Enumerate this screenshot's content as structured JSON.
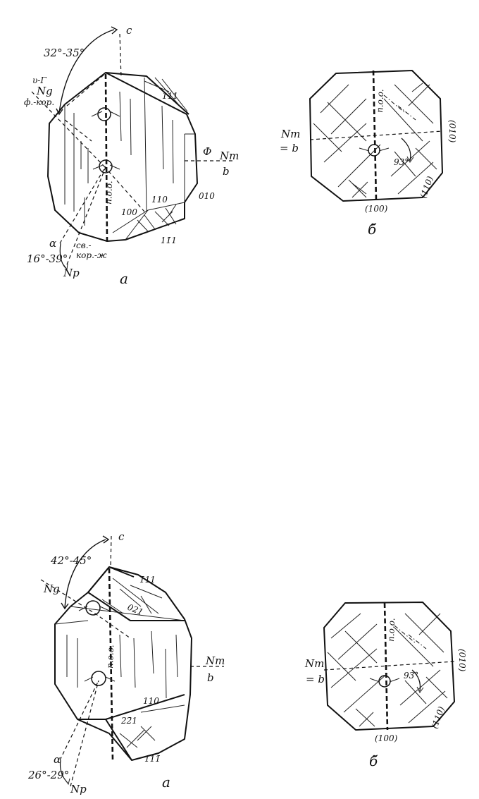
{
  "figure_top": {
    "crystal": {
      "c_axis": "c",
      "angle_c_ng": "32°-35°",
      "ng": "Ng",
      "ng_color_prefix": "υ-Γ",
      "ng_color": "ф.-кор.",
      "optic_plane": "п.о.о.",
      "face_111": "111",
      "face_110": "110",
      "face_100": "100",
      "face_010": "010",
      "face_11bar": "11̄1",
      "phi": "Ф",
      "nm": "Nm",
      "b": "b",
      "alpha": "α",
      "angle_a_np": "16°-39°",
      "np": "Np",
      "np_color_1": "св.-",
      "np_color_2": "кор.-ж",
      "panel_label": "а"
    },
    "section": {
      "optic_plane": "п.о.о.",
      "nm": "Nm",
      "eq_b": "= b",
      "angle": "93°",
      "face_010": "(010)",
      "face_110": "(110)",
      "face_100": "(100)",
      "panel_label": "б̃"
    }
  },
  "figure_bottom": {
    "crystal": {
      "c_axis": "c",
      "angle_c_ng": "42°-45°",
      "ng": "Ng",
      "face_111": "1̄11",
      "face_021": "021",
      "optic_plane": "п.о.о.",
      "nm": "Nm",
      "b": "b",
      "face_110": "110",
      "face_221": "22̄1",
      "face_11bar": "111̄",
      "alpha": "α",
      "angle_a_np": "26°-29°",
      "np": "Np",
      "panel_label": "а"
    },
    "section": {
      "optic_plane": "п.о.о.",
      "nm": "Nm",
      "eq_b": "= b",
      "angle": "93°",
      "face_010": "(010)",
      "face_110": "(110)",
      "face_100": "(100)",
      "panel_label": "б̃"
    }
  }
}
